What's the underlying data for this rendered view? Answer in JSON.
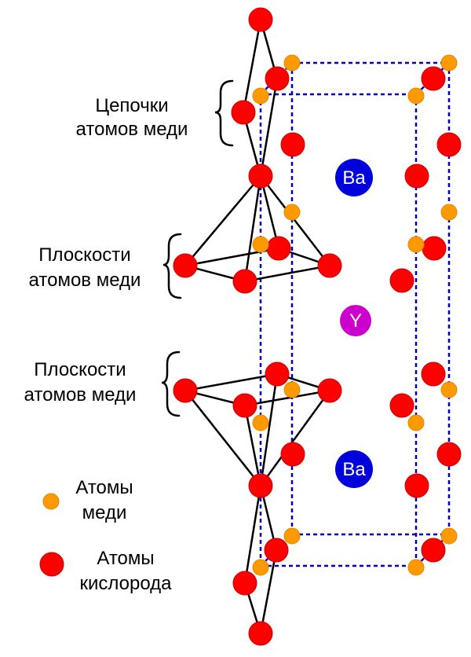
{
  "labels": {
    "chains_line1": "Цепочки",
    "chains_line2": "атомов меди",
    "planes1_line1": "Плоскости",
    "planes1_line2": "атомов меди",
    "planes2_line1": "Плоскости",
    "planes2_line2": "атомов меди"
  },
  "atoms": {
    "ba_top": "Ba",
    "yttrium": "Y",
    "ba_bottom": "Ba"
  },
  "legend": {
    "copper_line1": "Атомы",
    "copper_line2": "меди",
    "oxygen_line1": "Атомы",
    "oxygen_line2": "кислорода"
  },
  "colors": {
    "oxygen": "#ff0000",
    "oxygen_stroke": "#cc0000",
    "copper": "#ff9900",
    "barium": "#0000dd",
    "yttrium": "#cc00cc",
    "cell_edge": "#0000cc",
    "bond": "#000000"
  }
}
